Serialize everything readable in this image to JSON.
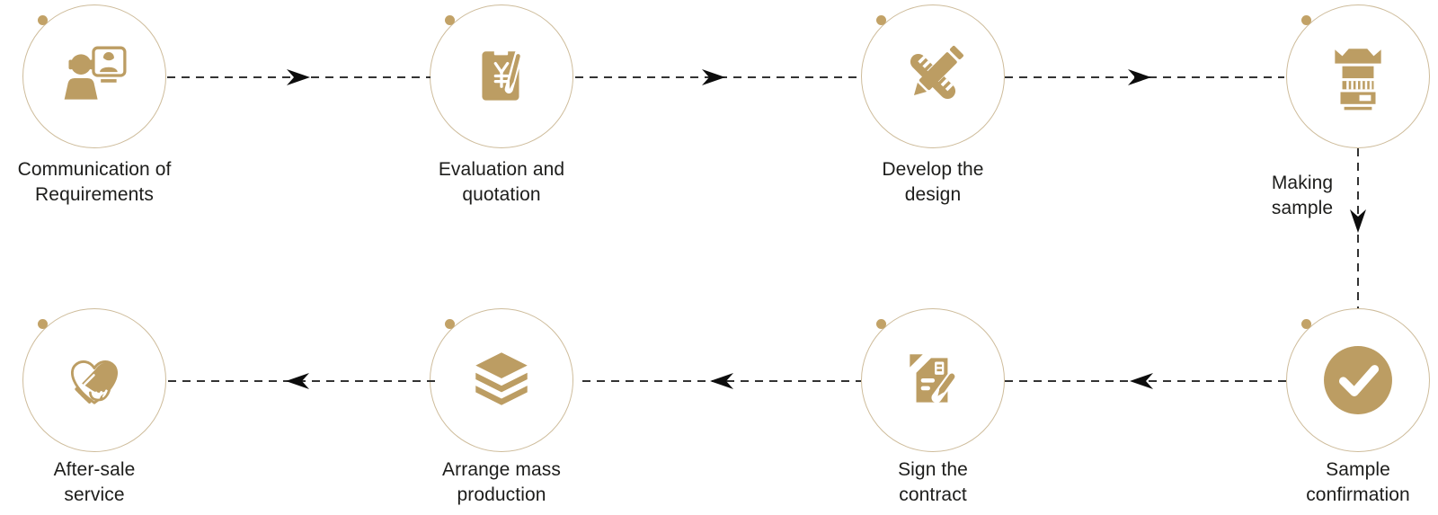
{
  "flow": {
    "steps": [
      {
        "label": "Communication of\nRequirements",
        "icon": "video-call-icon"
      },
      {
        "label": "Evaluation and\nquotation",
        "icon": "quotation-clipboard-icon"
      },
      {
        "label": "Develop the\ndesign",
        "icon": "design-tools-icon"
      },
      {
        "label": "Making\nsample",
        "icon": "camera-lens-icon"
      },
      {
        "label": "Sample\nconfirmation",
        "icon": "check-icon"
      },
      {
        "label": "Sign the\ncontract",
        "icon": "contract-pencil-icon"
      },
      {
        "label": "Arrange mass\nproduction",
        "icon": "layers-icon"
      },
      {
        "label": "After-sale\nservice",
        "icon": "handshake-heart-icon"
      }
    ],
    "colors": {
      "gold": "#BC9D63",
      "ring": "#CEBC9B",
      "dot": "#C2A267",
      "text": "#1D1D1B",
      "dash": "#333333",
      "arrow": "#0D0D0D",
      "background": "#FFFFFF"
    }
  }
}
